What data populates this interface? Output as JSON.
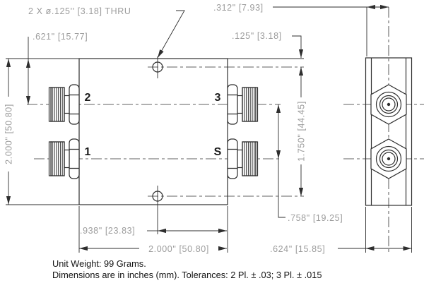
{
  "drawing": {
    "ports": {
      "p1": "1",
      "p2": "2",
      "p3": "3",
      "ps": "S"
    },
    "dimensions": {
      "thru_note": "2 X ø.125'' [3.18] THRU",
      "hole_offset_left": ".621\" [15.77]",
      "hole_offset_top": ".125\" [3.18]",
      "side_half_width": ".312\" [7.93]",
      "body_height": "2.000\" [50.80]",
      "hole_spacing": "1.750\" [44.45]",
      "hole_to_edge": ".938\" [23.83]",
      "body_width": "2.000\" [50.80]",
      "port_spacing": ".758\" [19.25]",
      "side_width": ".624\" [15.85]"
    },
    "notes": {
      "line1": "Unit Weight: 99 Grams.",
      "line2": "Dimensions are in inches (mm). Tolerances: 2 Pl. ± .03; 3 Pl. ± .015"
    },
    "colors": {
      "line": "#2e2e2e",
      "dim_text": "#9c9c9c",
      "note_text": "#141414"
    }
  }
}
